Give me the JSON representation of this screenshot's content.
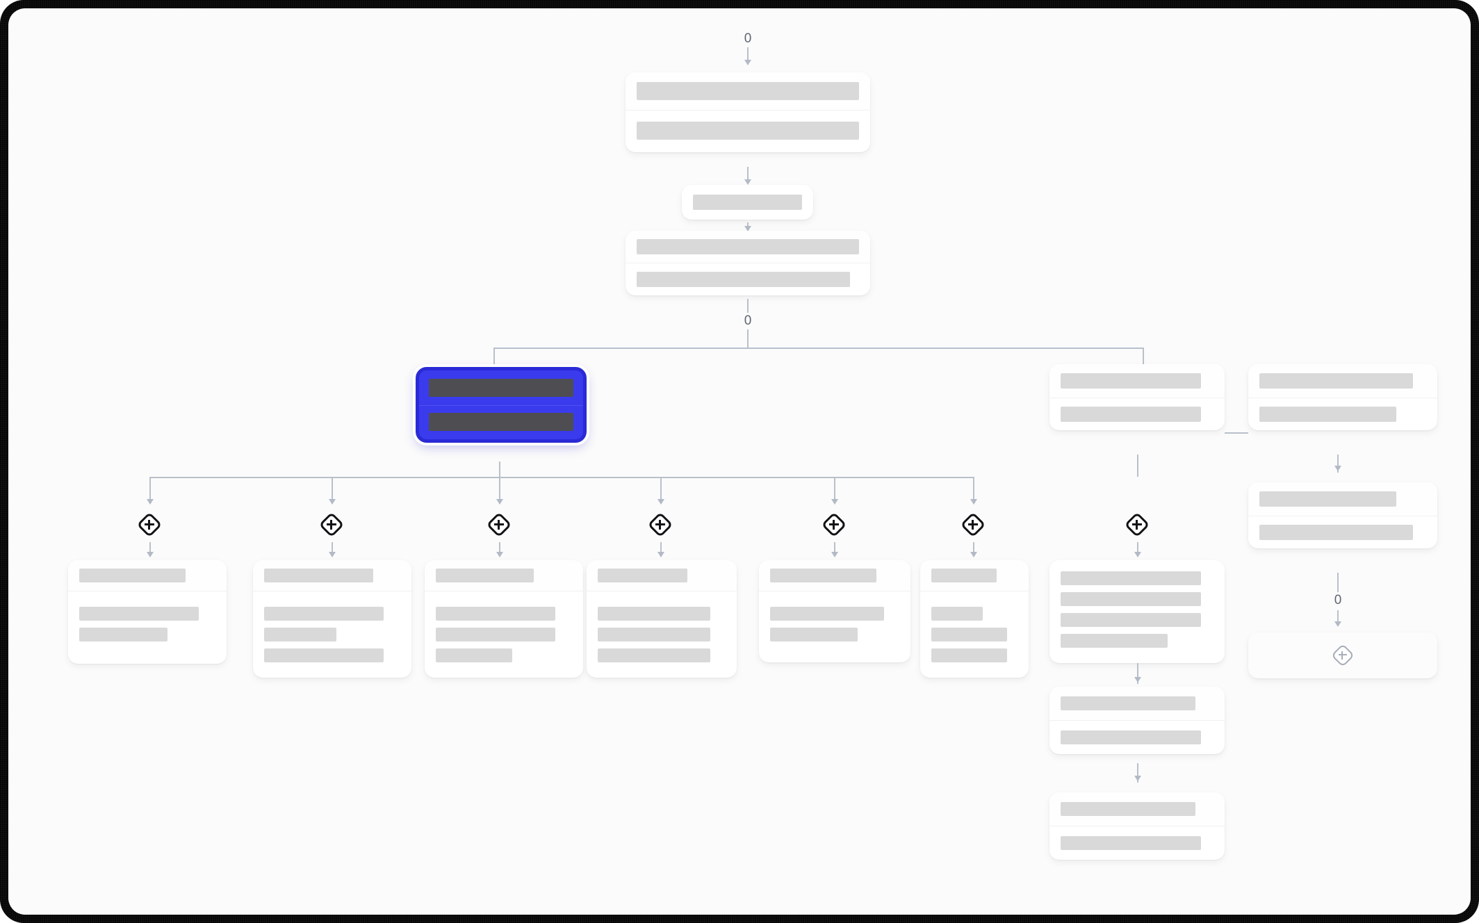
{
  "app": {
    "title": "Flowchart Skeleton Loader",
    "canvas_background": "#fbfbfb",
    "frame_color": "#111111"
  },
  "theme": {
    "accent": "#3b3bee",
    "accent_border": "#2a2ad6",
    "skeleton_bar": "#d9d9d9",
    "skeleton_bar_on_accent": "#4e4e52",
    "edge_color": "#b9c0cb",
    "card_background": "#ffffff",
    "label_text": "#5f6672"
  },
  "edge_labels": {
    "root_in": "0",
    "root_out": "0",
    "right_branch": "0"
  },
  "icons": {
    "add_node": "plus-diamond-icon",
    "add_node_soft": "plus-diamond-outline-icon",
    "arrow": "arrow-down-icon"
  },
  "nodes": {
    "root": {
      "id": "node-root",
      "state": "loading",
      "head_bars": [
        {
          "width": "100%"
        }
      ],
      "body_bars": [
        {
          "width": "100%"
        }
      ]
    },
    "pill": {
      "id": "node-pill",
      "state": "loading",
      "body_bars": [
        {
          "width": "100%"
        }
      ]
    },
    "second": {
      "id": "node-second",
      "state": "loading",
      "head_bars": [
        {
          "width": "100%"
        }
      ],
      "body_bars": [
        {
          "width": "96%"
        }
      ]
    },
    "selected": {
      "id": "node-selected",
      "state": "selected",
      "head_bars": [
        {
          "width": "100%"
        }
      ],
      "body_bars": [
        {
          "width": "100%"
        }
      ]
    },
    "children": [
      {
        "id": "child-1",
        "state": "loading",
        "head_bars": [
          {
            "width": "78%"
          }
        ],
        "body_bars": [
          {
            "width": "88%"
          },
          {
            "width": "65%"
          }
        ]
      },
      {
        "id": "child-2",
        "state": "loading",
        "head_bars": [
          {
            "width": "80%"
          }
        ],
        "body_bars": [
          {
            "width": "88%"
          },
          {
            "width": "53%"
          },
          {
            "width": "88%"
          }
        ]
      },
      {
        "id": "child-3",
        "state": "loading",
        "head_bars": [
          {
            "width": "72%"
          }
        ],
        "body_bars": [
          {
            "width": "88%"
          },
          {
            "width": "88%"
          },
          {
            "width": "56%"
          }
        ]
      },
      {
        "id": "child-4",
        "state": "loading",
        "head_bars": [
          {
            "width": "70%"
          }
        ],
        "body_bars": [
          {
            "width": "88%"
          },
          {
            "width": "88%"
          },
          {
            "width": "88%"
          }
        ]
      },
      {
        "id": "child-5",
        "state": "loading",
        "head_bars": [
          {
            "width": "82%"
          }
        ],
        "body_bars": [
          {
            "width": "88%"
          },
          {
            "width": "68%"
          }
        ]
      },
      {
        "id": "child-6",
        "state": "loading",
        "head_bars": [
          {
            "width": "76%"
          }
        ],
        "body_bars": [
          {
            "width": "60%"
          },
          {
            "width": "88%"
          },
          {
            "width": "88%"
          }
        ]
      }
    ],
    "right_column": [
      {
        "id": "right-1",
        "state": "loading",
        "head_bars": [
          {
            "width": "92%"
          }
        ],
        "body_bars": [
          {
            "width": "92%"
          }
        ]
      },
      {
        "id": "right-2",
        "state": "loading",
        "body_bars": [
          {
            "width": "92%"
          },
          {
            "width": "92%"
          },
          {
            "width": "92%"
          },
          {
            "width": "70%"
          }
        ]
      },
      {
        "id": "right-3",
        "state": "loading",
        "head_bars": [
          {
            "width": "88%"
          }
        ],
        "body_bars": [
          {
            "width": "92%"
          }
        ]
      },
      {
        "id": "right-4",
        "state": "loading",
        "head_bars": [
          {
            "width": "88%"
          }
        ],
        "body_bars": [
          {
            "width": "92%"
          }
        ]
      }
    ],
    "far_right_column": [
      {
        "id": "far-right-1",
        "state": "loading",
        "head_bars": [
          {
            "width": "92%"
          }
        ],
        "body_bars": [
          {
            "width": "82%"
          }
        ]
      },
      {
        "id": "far-right-2",
        "state": "loading",
        "head_bars": [
          {
            "width": "82%"
          }
        ],
        "body_bars": [
          {
            "width": "92%"
          }
        ]
      },
      {
        "id": "far-right-add",
        "state": "empty",
        "action": "add-node"
      }
    ]
  }
}
